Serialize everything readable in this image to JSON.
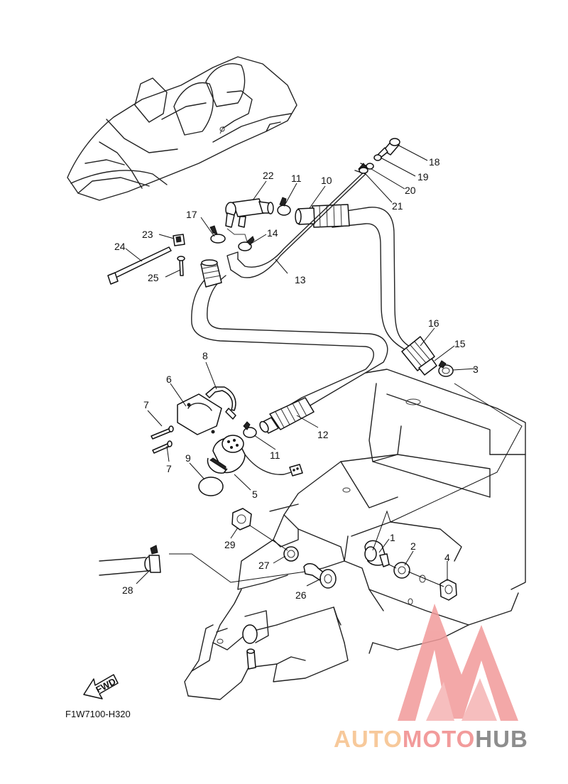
{
  "diagram": {
    "code": "F1W7100-H320",
    "fwd_label": "FWD",
    "callouts": [
      "1",
      "2",
      "3",
      "4",
      "5",
      "6",
      "7",
      "7",
      "8",
      "9",
      "10",
      "11",
      "11",
      "12",
      "13",
      "14",
      "15",
      "16",
      "17",
      "18",
      "19",
      "20",
      "21",
      "22",
      "23",
      "24",
      "25",
      "26",
      "27",
      "28",
      "29"
    ]
  },
  "watermark": {
    "part1": "AUTO",
    "part2": "MOTO",
    "part3": "HUB",
    "color_light": "#f6c08a",
    "color_main": "#f08a8a",
    "color_dark": "#7a7a7a"
  }
}
